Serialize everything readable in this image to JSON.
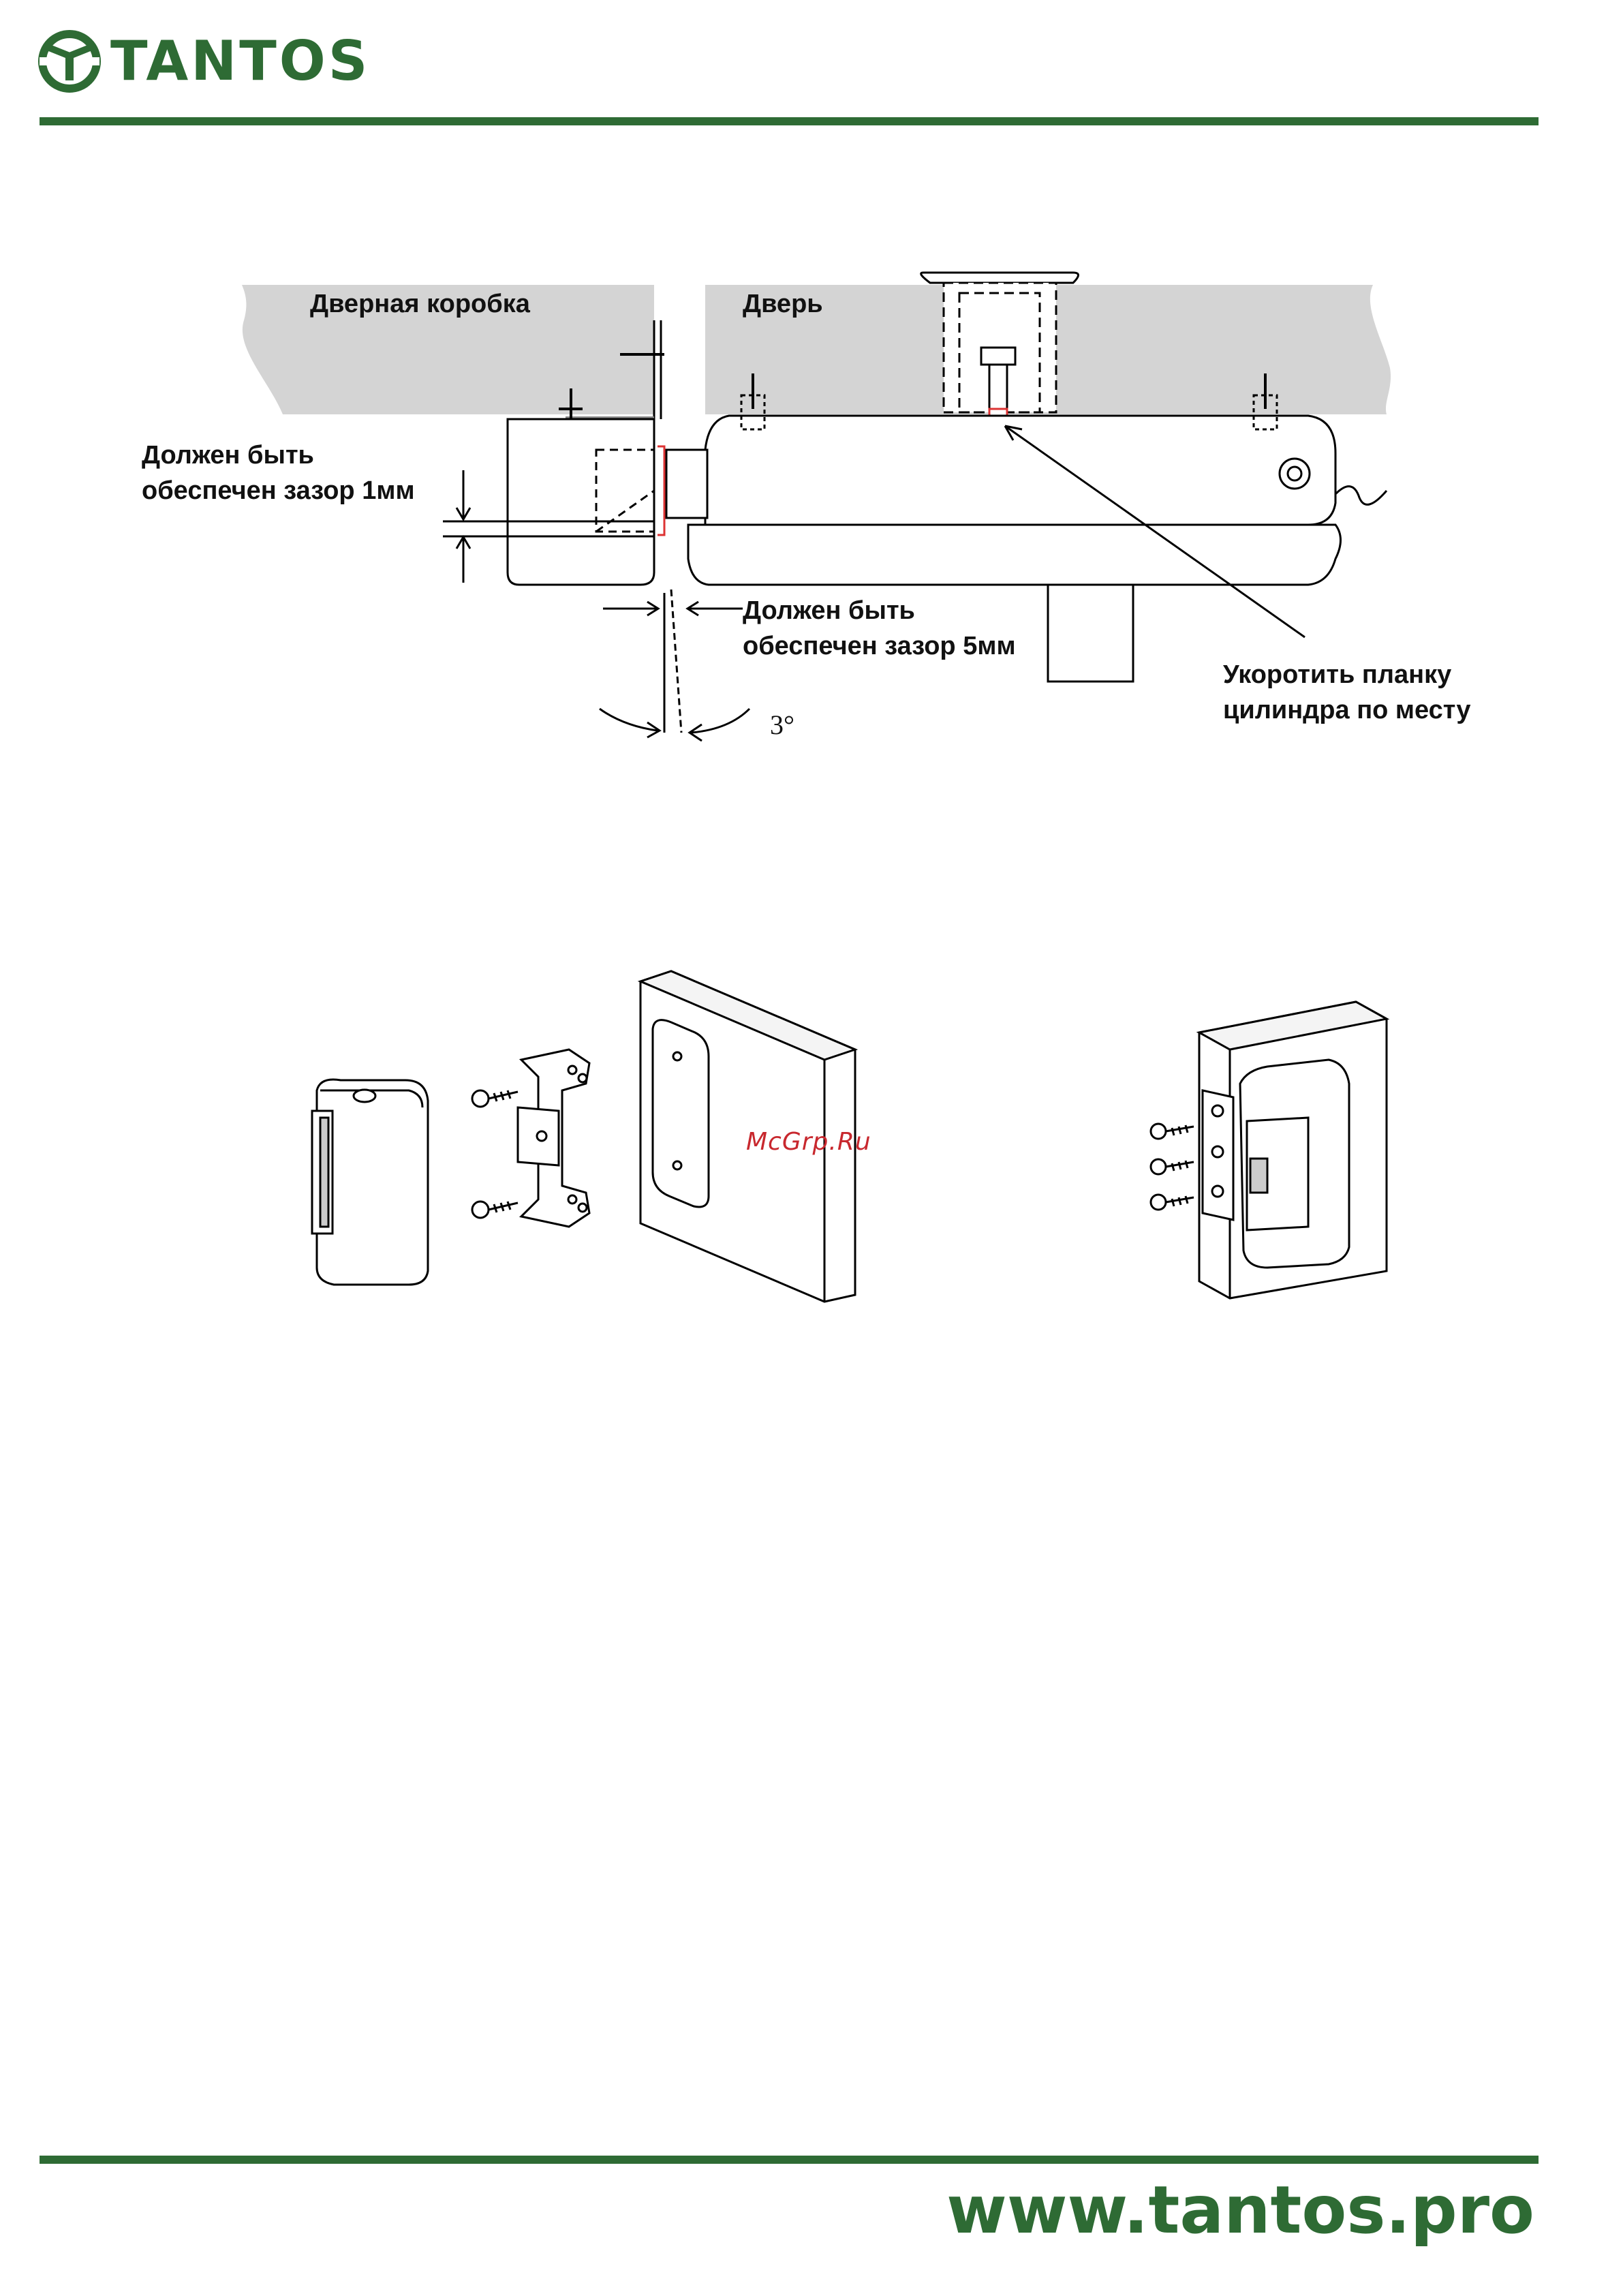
{
  "brand": {
    "name": "TANTOS",
    "color": "#2e6b34",
    "icon": "tantos-logo-icon"
  },
  "figure1": {
    "labels": {
      "door_frame": "Дверная коробка",
      "door": "Дверь",
      "gap_1mm_line1": "Должен быть",
      "gap_1mm_line2": "обеспечен зазор 1мм",
      "gap_5mm_line1": "Должен быть",
      "gap_5mm_line2": "обеспечен зазор 5мм",
      "shorten_line1": "Укоротить планку",
      "shorten_line2": "цилиндра по месту",
      "angle": "3°"
    }
  },
  "watermark": "McGrp.Ru",
  "footer": {
    "url": "www.tantos.pro"
  }
}
